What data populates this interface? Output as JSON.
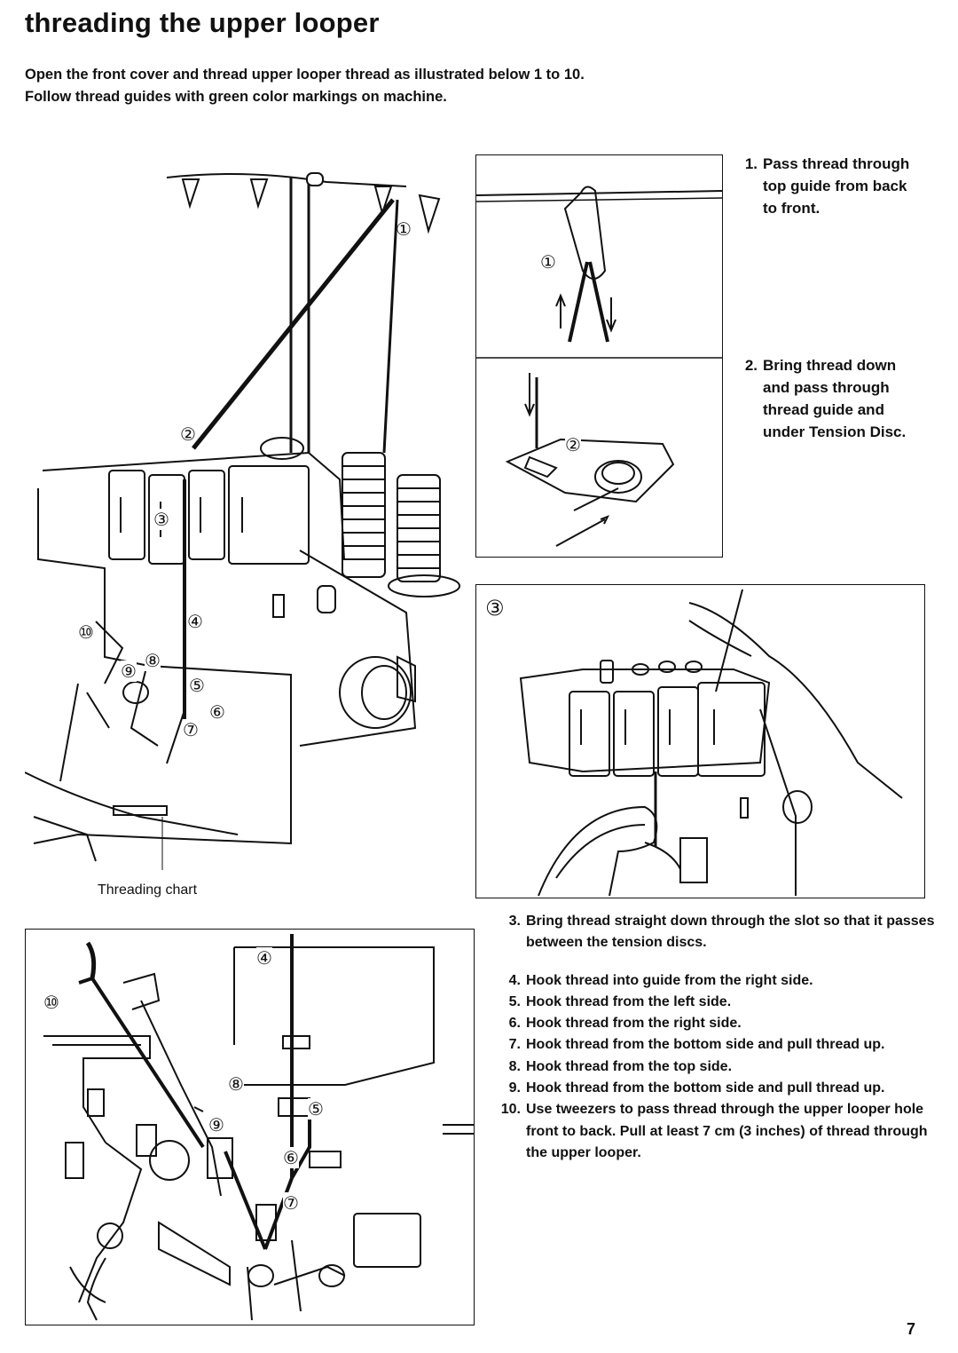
{
  "page": {
    "title": "threading the upper looper",
    "intro": [
      "Open the front cover and thread upper looper thread as illustrated below 1 to 10.",
      "Follow thread guides with green color markings on machine."
    ],
    "caption": "Threading chart",
    "page_number": "7"
  },
  "steps_side": [
    {
      "num": "1.",
      "lines": [
        "Pass thread through",
        "top guide from back",
        "to front."
      ]
    },
    {
      "num": "2.",
      "lines": [
        "Bring thread down",
        "and pass through",
        "thread guide and",
        "under Tension Disc."
      ]
    }
  ],
  "steps_list": [
    {
      "num": "3.",
      "text": "Bring thread straight down through the slot so that it passes between the tension discs."
    },
    {
      "num": "4.",
      "text": "Hook thread into guide from the right side."
    },
    {
      "num": "5.",
      "text": "Hook thread from the left side."
    },
    {
      "num": "6.",
      "text": "Hook thread from the right side."
    },
    {
      "num": "7.",
      "text": "Hook thread from the bottom side and pull thread up."
    },
    {
      "num": "8.",
      "text": "Hook thread from the top side."
    },
    {
      "num": "9.",
      "text": "Hook thread from the bottom side and pull thread up."
    },
    {
      "num": "10.",
      "text": "Use tweezers to pass thread through the upper looper hole front to back. Pull at least 7 cm (3 inches) of thread through the upper looper."
    }
  ],
  "markers": {
    "m1": "①",
    "m2": "②",
    "m3": "③",
    "m4": "④",
    "m5": "⑤",
    "m6": "⑥",
    "m7": "⑦",
    "m8": "⑧",
    "m9": "⑨",
    "m10": "⑩"
  }
}
